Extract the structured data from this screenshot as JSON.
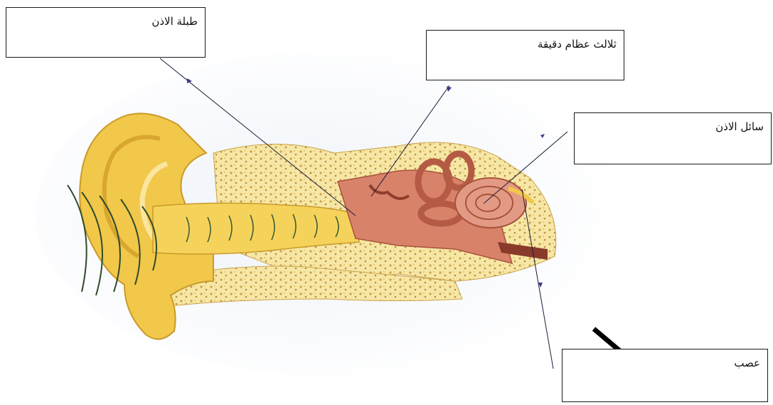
{
  "labels": {
    "eardrum": "طبلة الاذن",
    "ossicles": "ثلالث عظام دقيقة",
    "fluid": "سائل الاذن",
    "nerve": "عصب"
  },
  "colors": {
    "outer_ear": "#f2c84a",
    "ear_highlight": "#fbe6a0",
    "bone_tissue": "#f7e7a6",
    "inner_ear": "#d8826a",
    "sound_waves": "#2f4a2a",
    "leader_lines": "#1b1b3a"
  }
}
